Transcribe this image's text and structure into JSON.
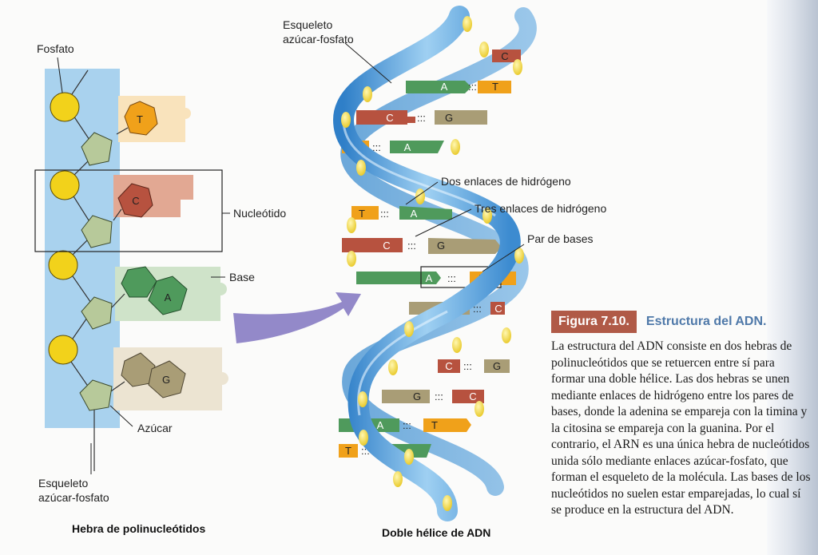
{
  "left_diagram": {
    "label_phosphate": "Fosfato",
    "label_nucleotide": "Nucleótido",
    "label_base": "Base",
    "label_sugar": "Azúcar",
    "label_backbone_line1": "Esqueleto",
    "label_backbone_line2": "azúcar-fosfato",
    "title": "Hebra de polinucleótidos",
    "bases": [
      "T",
      "C",
      "A",
      "G"
    ]
  },
  "helix_diagram": {
    "label_backbone_line1": "Esqueleto",
    "label_backbone_line2": "azúcar-fosfato",
    "label_two_hbonds": "Dos enlaces de hidrógeno",
    "label_three_hbonds": "Tres enlaces de hidrógeno",
    "label_base_pair": "Par de bases",
    "title": "Doble hélice de ADN",
    "pairs": [
      {
        "left": "",
        "right": "C"
      },
      {
        "left": "A",
        "right": "T"
      },
      {
        "left": "C",
        "right": "G"
      },
      {
        "left": "T",
        "right": "A"
      },
      {
        "left": "T",
        "right": "A"
      },
      {
        "left": "C",
        "right": "G"
      },
      {
        "left": "A",
        "right": "T"
      },
      {
        "left": "G",
        "right": "C"
      },
      {
        "left": "C",
        "right": "G"
      },
      {
        "left": "G",
        "right": "C"
      },
      {
        "left": "A",
        "right": "T"
      },
      {
        "left": "T",
        "right": "A"
      }
    ]
  },
  "caption": {
    "figure_number": "Figura 7.10.",
    "figure_title": "Estructura del ADN.",
    "text": "La estructura del ADN consiste en dos hebras de polinucleótidos que se retuercen entre sí para formar una doble hélice. Las dos hebras se unen mediante enlaces de hidrógeno entre los pares de bases, donde la adenina se empareja con la timina y la citosina se empareja con la guanina. Por el contrario, el ARN es una única hebra de nucleótidos unida sólo mediante enlaces azúcar-fosfato, que forman el esqueleto de la molécula. Las bases de los nucleótidos no suelen estar emparejadas, lo cual sí se produce en la estructura del ADN."
  },
  "colors": {
    "backbone_blue": "#a9d2ee",
    "phosphate_yellow": "#f2d21b",
    "sugar_green": "#b7c99a",
    "thymine_orange": "#f0a11a",
    "cytosine_red": "#b7523f",
    "adenine_green": "#4f9a5c",
    "guanine_tan": "#a99d76",
    "arrow_purple": "#8a7fc4",
    "figure_label_bg": "#b05a47",
    "figure_title_blue": "#4f79a9"
  }
}
